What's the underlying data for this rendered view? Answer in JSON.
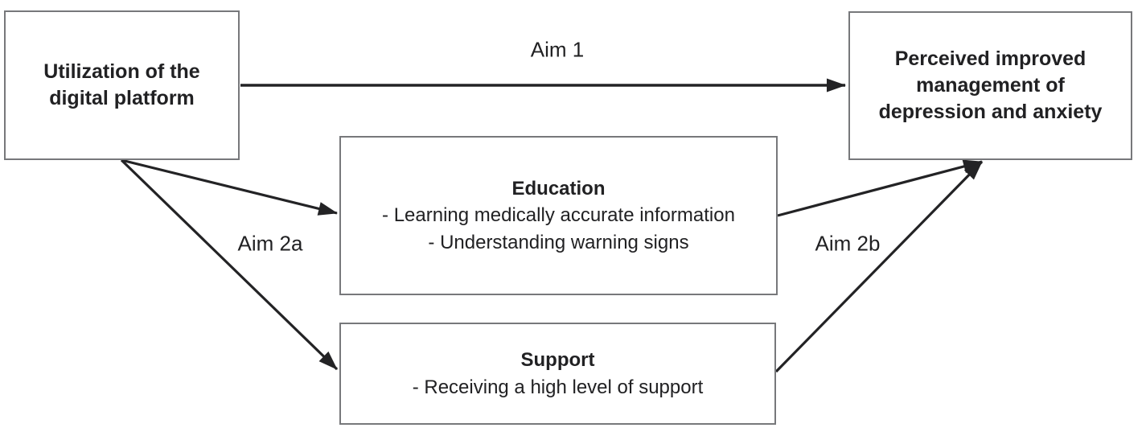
{
  "diagram": {
    "nodes": {
      "utilization": {
        "label": "Utilization of the digital platform"
      },
      "outcome": {
        "label": "Perceived improved management of depression and anxiety"
      },
      "education": {
        "title": "Education",
        "bullets": [
          "- Learning medically accurate information",
          "- Understanding warning signs"
        ]
      },
      "support": {
        "title": "Support",
        "bullets": [
          "- Receiving a high level of support"
        ]
      }
    },
    "edges": {
      "aim1": {
        "label": "Aim 1",
        "from": "utilization",
        "to": "outcome"
      },
      "aim2a": {
        "label": "Aim 2a",
        "from": "utilization",
        "to": "education-and-support"
      },
      "aim2b": {
        "label": "Aim 2b",
        "from": "education-and-support",
        "to": "outcome"
      }
    },
    "colors": {
      "background": "#ffffff",
      "box_border": "#77787b",
      "text": "#212123",
      "arrow": "#232325"
    }
  }
}
